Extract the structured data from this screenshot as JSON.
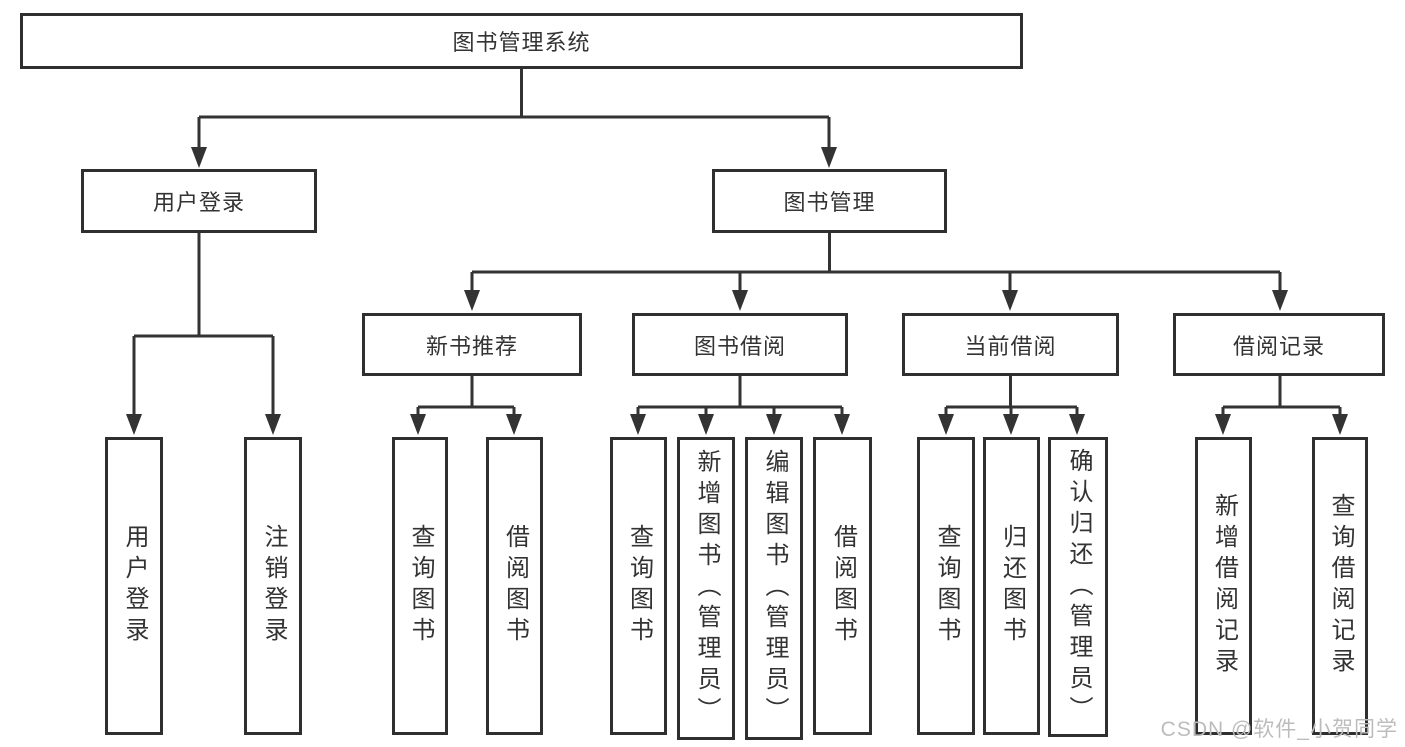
{
  "nodes": {
    "root": "图书管理系统",
    "level2": {
      "user_login": "用户登录",
      "book_mgmt": "图书管理"
    },
    "level3": {
      "new_book_rec": "新书推荐",
      "book_borrow": "图书借阅",
      "current_borrow": "当前借阅",
      "borrow_record": "借阅记录"
    },
    "leaves": {
      "login": "用户登录",
      "logout": "注销登录",
      "rec_query": "查询图书",
      "rec_borrow": "借阅图书",
      "bb_query": "查询图书",
      "bb_add": "新增图书（管理员）",
      "bb_edit": "编辑图书（管理员）",
      "bb_borrow": "借阅图书",
      "cb_query": "查询图书",
      "cb_return": "归还图书",
      "cb_confirm": "确认归还（管理员）",
      "br_add": "新增借阅记录",
      "br_query": "查询借阅记录"
    }
  },
  "watermark": {
    "text": "CSDN @软件_小贺同学"
  },
  "colors": {
    "line": "#333333",
    "border": "#2f2f2f",
    "text": "#333333",
    "background": "#ffffff",
    "watermark": "#bcbcbc"
  }
}
